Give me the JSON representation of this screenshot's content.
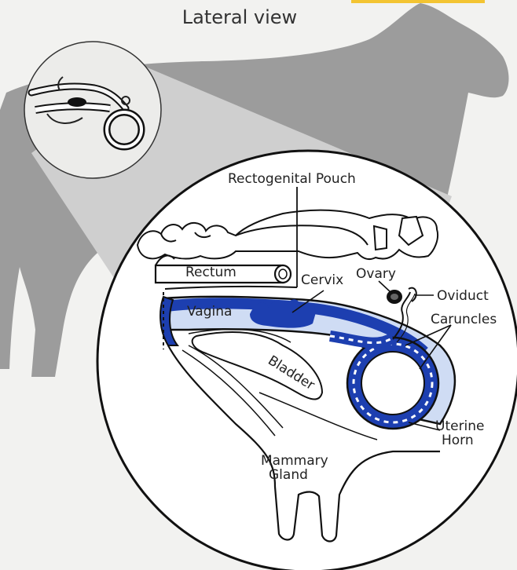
{
  "title": "Lateral view",
  "labels": {
    "rectogenital_pouch": "Rectogenital Pouch",
    "rectum": "Rectum",
    "cervix": "Cervix",
    "ovary": "Ovary",
    "oviduct": "Oviduct",
    "vagina": "Vagina",
    "caruncles": "Caruncles",
    "bladder": "Bladder",
    "uterine_horn_line1": "Uterine",
    "uterine_horn_line2": "Horn",
    "mammary_line1": "Mammary",
    "mammary_line2": "Gland"
  },
  "colors": {
    "background": "#f2f2f0",
    "cow_silhouette": "#9c9c9c",
    "magnifier_cone": "#cfcfcf",
    "blue": "#1d3fb0",
    "light_blue": "#cfdcf4",
    "outline": "#111111"
  }
}
